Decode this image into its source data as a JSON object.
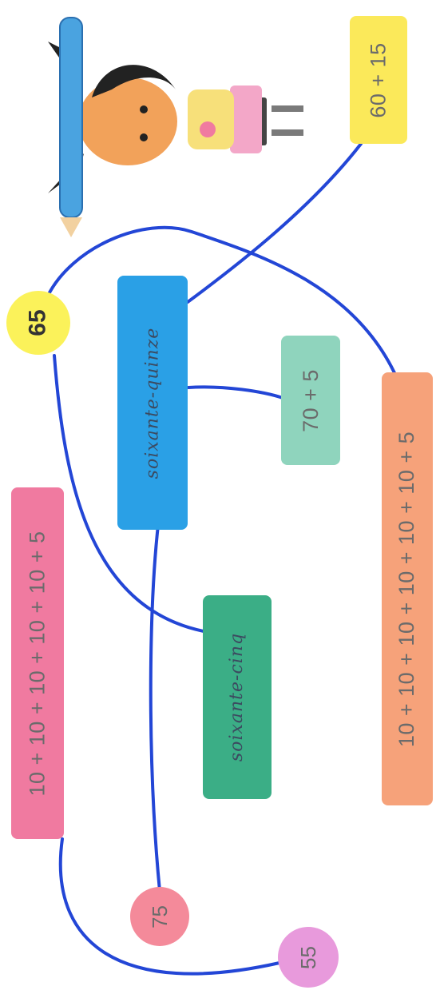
{
  "cards": {
    "pink": "10 + 10 + 10 + 10 + 10 + 5",
    "teal_word": "soixante-cinq",
    "blue_word": "soixante-quinze",
    "mint": "70 + 5",
    "orange": "10 + 10 + 10 + 10 + 10 + 10 + 5",
    "yellow": "60 + 15"
  },
  "circles": {
    "c65": "65",
    "c75": "75",
    "c55": "55"
  },
  "colors": {
    "line": "#2346d6",
    "pink": "#f07aa0",
    "teal": "#3bae86",
    "blue": "#2aa0e6",
    "mint": "#8fd4bd",
    "orange": "#f6a27a",
    "yellow": "#fbe95a"
  },
  "illustration": "girl-with-pencil"
}
